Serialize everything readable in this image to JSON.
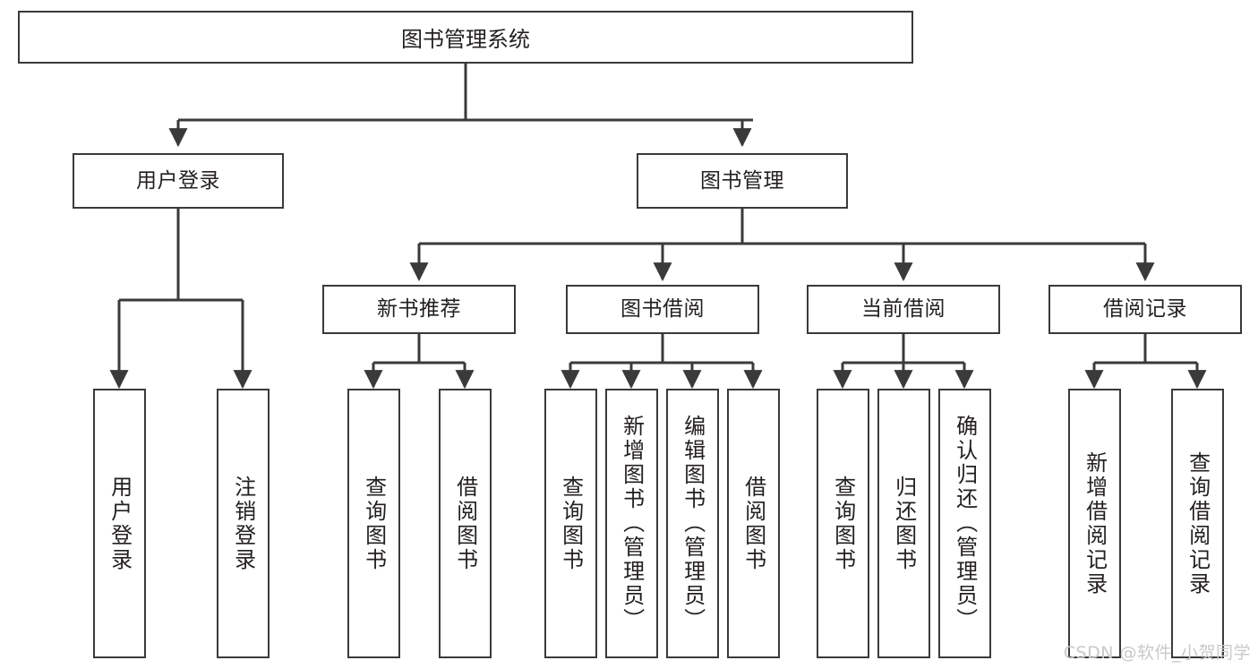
{
  "diagram": {
    "type": "tree-hierarchy",
    "title": "图书管理系统",
    "root": {
      "label": "图书管理系统"
    },
    "level2": [
      {
        "id": "user-login",
        "label": "用户登录"
      },
      {
        "id": "book-manage",
        "label": "图书管理"
      }
    ],
    "level3": [
      {
        "id": "new-book-recommend",
        "label": "新书推荐",
        "parent": "book-manage"
      },
      {
        "id": "book-borrow",
        "label": "图书借阅",
        "parent": "book-manage"
      },
      {
        "id": "current-borrow",
        "label": "当前借阅",
        "parent": "book-manage"
      },
      {
        "id": "borrow-record",
        "label": "借阅记录",
        "parent": "book-manage"
      }
    ],
    "leaves": [
      {
        "id": "leaf-user-login",
        "label": "用户登录",
        "parent": "user-login"
      },
      {
        "id": "leaf-user-logout",
        "label": "注销登录",
        "parent": "user-login"
      },
      {
        "id": "leaf-query-book-1",
        "label": "查询图书",
        "parent": "new-book-recommend"
      },
      {
        "id": "leaf-borrow-book-1",
        "label": "借阅图书",
        "parent": "new-book-recommend"
      },
      {
        "id": "leaf-query-book-2",
        "label": "查询图书",
        "parent": "book-borrow"
      },
      {
        "id": "leaf-add-book",
        "label": "新增图书（管理员）",
        "parent": "book-borrow"
      },
      {
        "id": "leaf-edit-book",
        "label": "编辑图书（管理员）",
        "parent": "book-borrow"
      },
      {
        "id": "leaf-borrow-book-2",
        "label": "借阅图书",
        "parent": "book-borrow"
      },
      {
        "id": "leaf-query-book-3",
        "label": "查询图书",
        "parent": "current-borrow"
      },
      {
        "id": "leaf-return-book",
        "label": "归还图书",
        "parent": "current-borrow"
      },
      {
        "id": "leaf-confirm-return",
        "label": "确认归还（管理员）",
        "parent": "current-borrow"
      },
      {
        "id": "leaf-add-record",
        "label": "新增借阅记录",
        "parent": "borrow-record"
      },
      {
        "id": "leaf-query-record",
        "label": "查询借阅记录",
        "parent": "borrow-record"
      }
    ],
    "colors": {
      "stroke": "#3a3a3a",
      "text": "#231f20",
      "background": "#ffffff",
      "watermark": "#c9c9c9"
    }
  },
  "watermark": {
    "text": "CSDN @软件_小贺同学"
  }
}
